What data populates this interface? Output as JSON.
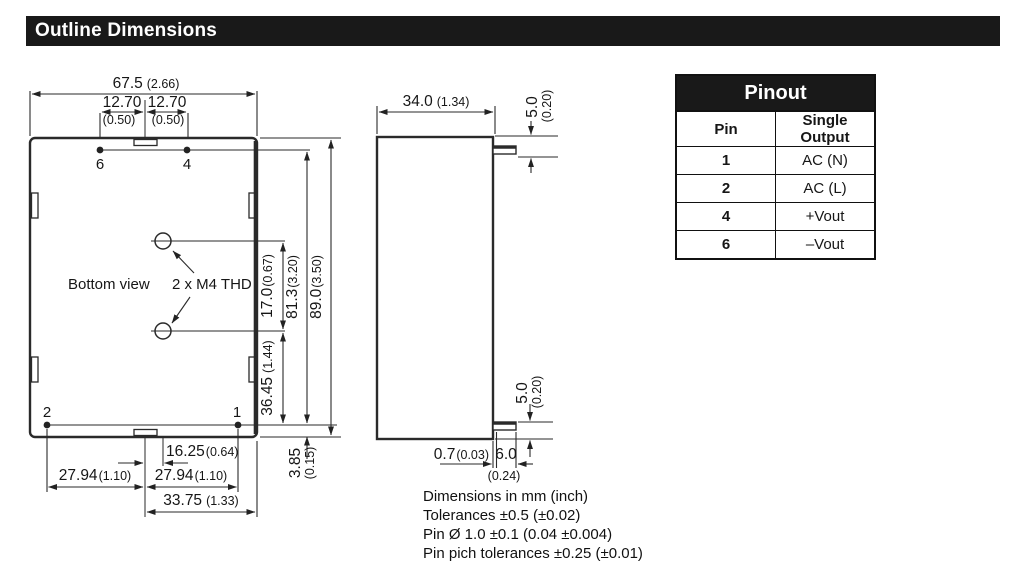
{
  "title": "Outline Dimensions",
  "bottom_view": {
    "label": "Bottom view",
    "thread_label": "2 x M4 THD",
    "pins": {
      "top_left": "6",
      "top_right": "4",
      "bottom_left": "2",
      "bottom_right": "1"
    },
    "dims": {
      "width": {
        "mm": "67.5",
        "in": "(2.66)"
      },
      "pin_top_left": {
        "mm": "12.70",
        "in": "(0.50)"
      },
      "pin_top_right": {
        "mm": "12.70",
        "in": "(0.50)"
      },
      "hole_pitch": {
        "mm": "17.0",
        "in": "(0.67)"
      },
      "pin_rows_span": {
        "mm": "81.3",
        "in": "(3.20)"
      },
      "height": {
        "mm": "89.0",
        "in": "(3.50)"
      },
      "hole_to_pin_row": {
        "mm": "36.45",
        "in": "(1.44)"
      },
      "pin_row_to_edge": {
        "mm": "3.85",
        "in": "(0.15)"
      },
      "hole_offset": {
        "mm": "16.25",
        "in": "(0.64)"
      },
      "pin_bottom_left": {
        "mm": "27.94",
        "in": "(1.10)"
      },
      "pin_bottom_right": {
        "mm": "27.94",
        "in": "(1.10)"
      },
      "half_width": {
        "mm": "33.75",
        "in": "(1.33)"
      }
    }
  },
  "side_view": {
    "dims": {
      "depth": {
        "mm": "34.0",
        "in": "(1.34)"
      },
      "pin_offset_top": {
        "mm": "5.0",
        "in": "(0.20)"
      },
      "pin_offset_bottom": {
        "mm": "5.0",
        "in": "(0.20)"
      },
      "standoff": {
        "mm": "0.7",
        "in": "(0.03)"
      },
      "pin_length": {
        "mm": "6.0",
        "in": "(0.24)"
      }
    }
  },
  "pinout_table": {
    "title": "Pinout",
    "columns": {
      "pin": "Pin",
      "output": "Single Output"
    },
    "rows": [
      {
        "pin": "1",
        "output": "AC (N)"
      },
      {
        "pin": "2",
        "output": "AC (L)"
      },
      {
        "pin": "4",
        "output": "+Vout"
      },
      {
        "pin": "6",
        "output": "–Vout"
      }
    ]
  },
  "notes": {
    "lines": [
      "Dimensions in mm (inch)",
      "Tolerances ±0.5 (±0.02)",
      "Pin Ø 1.0 ±0.1 (0.04 ±0.004)",
      "Pin pich tolerances ±0.25 (±0.01)"
    ]
  }
}
